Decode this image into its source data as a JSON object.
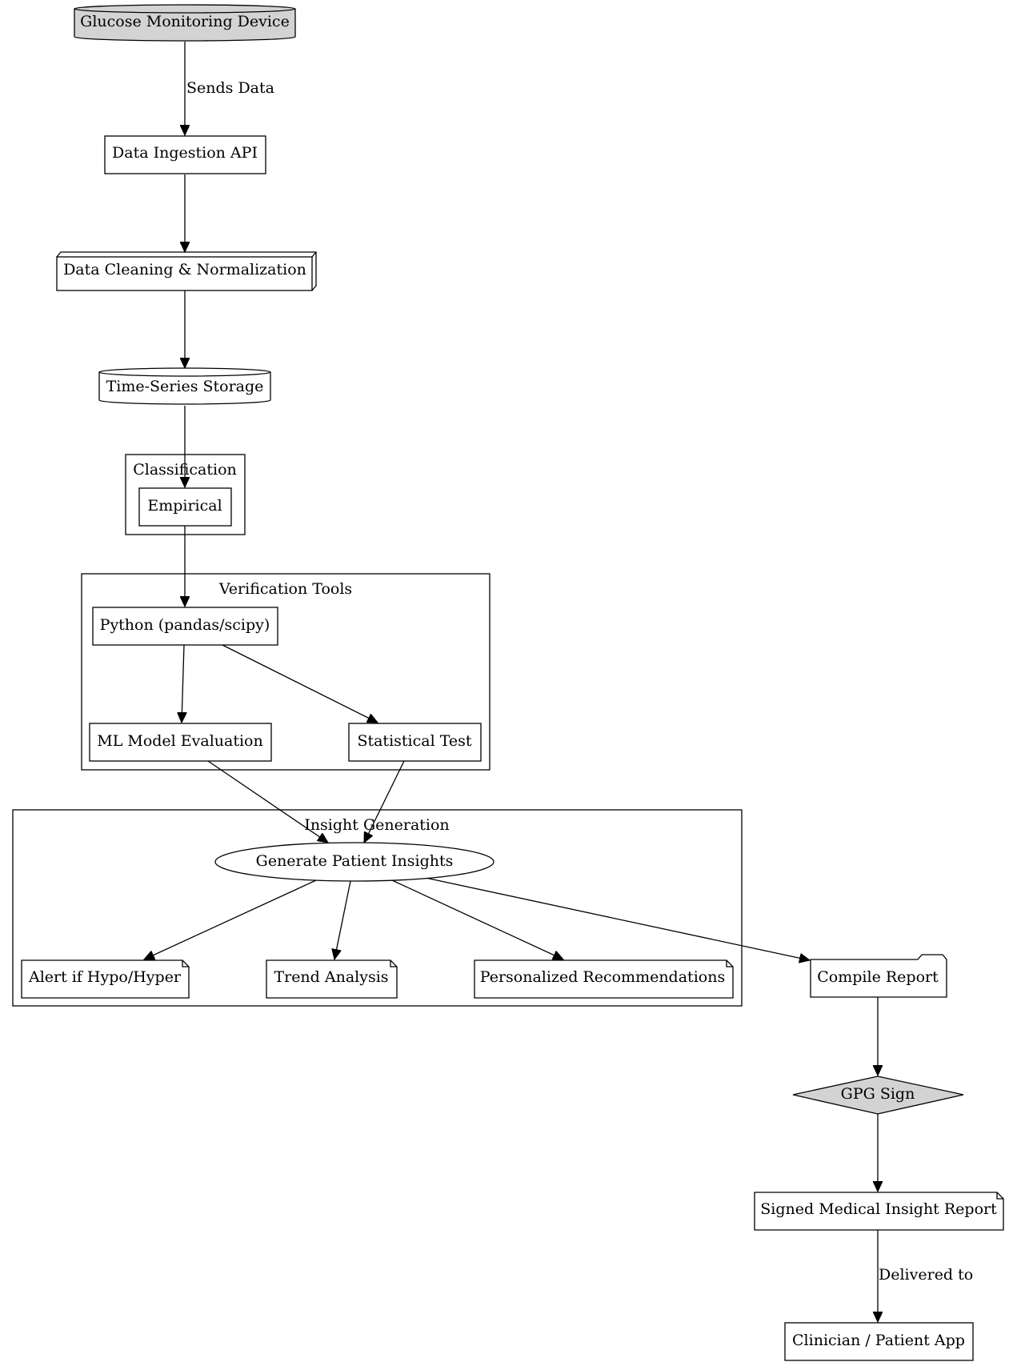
{
  "nodes": {
    "device": "Glucose Monitoring Device",
    "ingestion": "Data Ingestion API",
    "cleaning": "Data Cleaning & Normalization",
    "storage": "Time-Series Storage",
    "empirical": "Empirical",
    "python": "Python (pandas/scipy)",
    "ml_eval": "ML Model Evaluation",
    "stat_test": "Statistical Test",
    "insights": "Generate Patient Insights",
    "alert": "Alert if Hypo/Hyper",
    "trend": "Trend Analysis",
    "recommendations": "Personalized Recommendations",
    "compile": "Compile Report",
    "gpg": "GPG Sign",
    "signed_report": "Signed Medical Insight Report",
    "app": "Clinician / Patient App"
  },
  "clusters": {
    "classification": "Classification",
    "verification": "Verification Tools",
    "insight_generation": "Insight Generation"
  },
  "edge_labels": {
    "sends_data": "Sends Data",
    "delivered_to": "Delivered to"
  },
  "colors": {
    "stroke": "#000000",
    "fill": "#ffffff",
    "highlight_fill": "#d3d3d3"
  }
}
